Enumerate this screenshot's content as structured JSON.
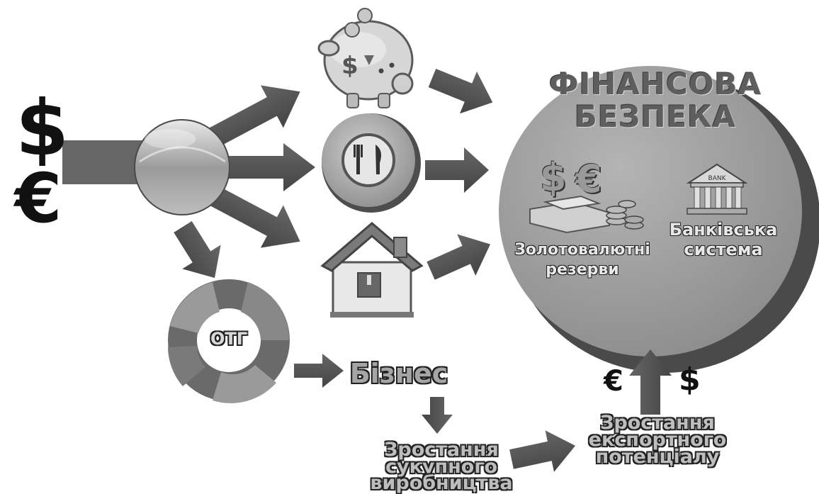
{
  "financial_security": {
    "title_line1": "ФІНАНСОВА",
    "title_line2": "БЕЗПЕКА",
    "reserves_line1": "Золотовалютні",
    "reserves_line2": "резерви",
    "banking_line1": "Банківська",
    "banking_line2": "система",
    "bank_sign": "BANK"
  },
  "currency": {
    "dollar": "$",
    "euro": "€"
  },
  "otg_label": "ОТГ",
  "business_label": "Бізнес",
  "production_growth": {
    "line1": "Зростання",
    "line2": "сукупного",
    "line3": "виробництва"
  },
  "export_growth": {
    "line1": "Зростання",
    "line2": "експортного",
    "line3": "потенціалу"
  },
  "colors": {
    "circle": "#9a9a9a",
    "arrow": "#555555",
    "text_dark": "#222222"
  }
}
